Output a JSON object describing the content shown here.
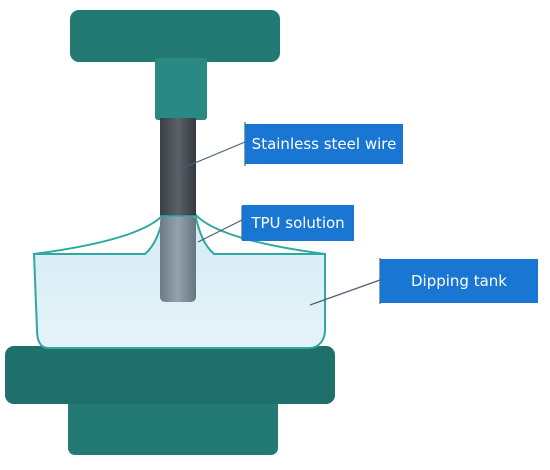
{
  "labels": {
    "stainless_steel_wire": "Stainless steel wire",
    "tpu_solution": "TPU solution",
    "dipping_tank": "Dipping tank"
  },
  "colors": {
    "teal_dark": "#1f6f6b",
    "teal": "#2a8a83",
    "teal_light": "#3ea39a",
    "wire": "#4a4f55",
    "wire_immersed": "#7c8a95",
    "solution": "#dbeef6",
    "tank_outline": "#2fa8a0",
    "label_box": "#1976d2",
    "leader_line": "#4a5f7a"
  },
  "icons": [
    "handle-icon",
    "wire-icon",
    "tank-icon"
  ]
}
